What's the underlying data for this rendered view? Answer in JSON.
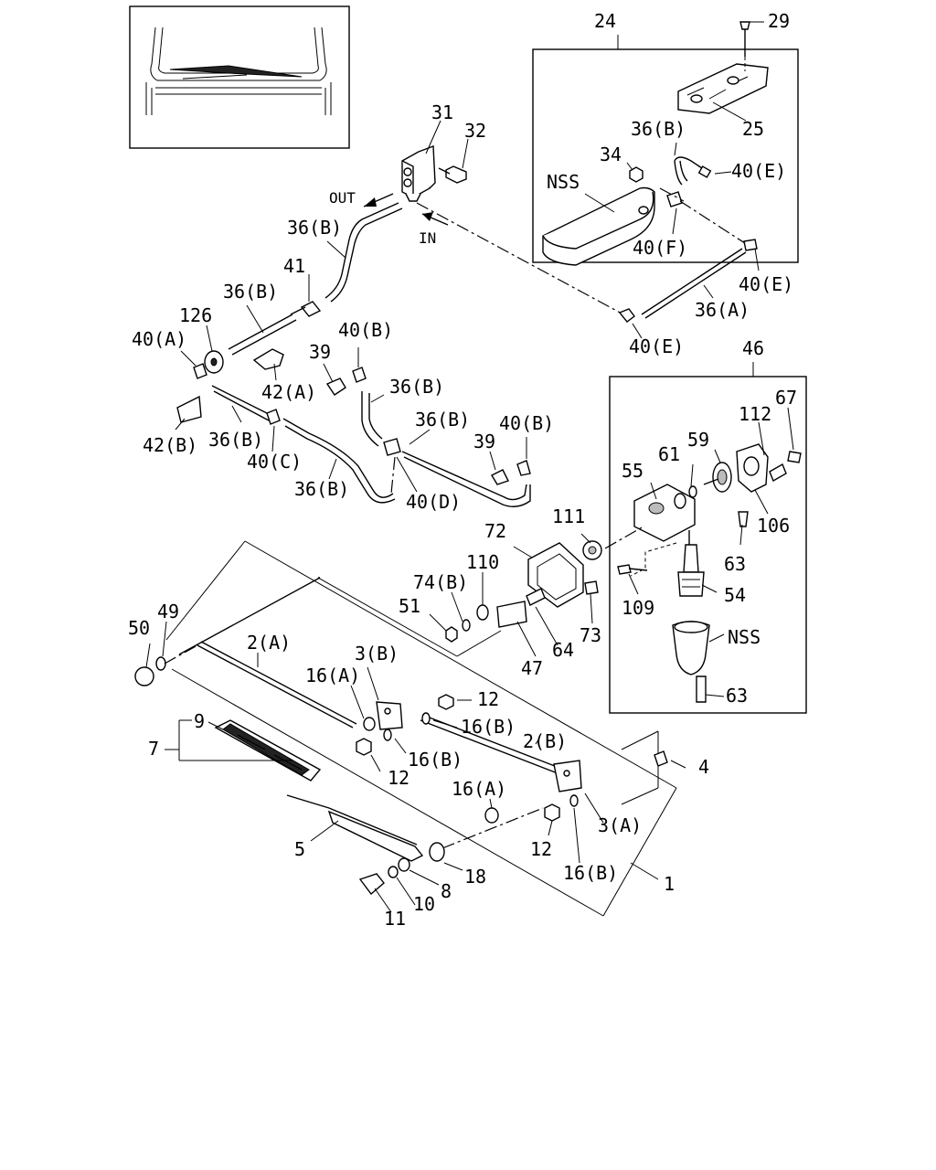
{
  "labels": {
    "p24": "24",
    "p29": "29",
    "p25": "25",
    "p36b_a": "36(B)",
    "p34": "34",
    "nss_a": "NSS",
    "p40e_a": "40(E)",
    "p40f": "40(F)",
    "p40e_b": "40(E)",
    "p36a": "36(A)",
    "p40e_c": "40(E)",
    "p31": "31",
    "p32": "32",
    "out": "OUT",
    "in": "IN",
    "p36b_b": "36(B)",
    "p41": "41",
    "p36b_c": "36(B)",
    "p126": "126",
    "p40a": "40(A)",
    "p40b_a": "40(B)",
    "p39_a": "39",
    "p42a": "42(A)",
    "p36b_d": "36(B)",
    "p36b_e": "36(B)",
    "p40b_b": "40(B)",
    "p39_b": "39",
    "p42b": "42(B)",
    "p36b_f": "36(B)",
    "p40c": "40(C)",
    "p36b_g": "36(B)",
    "p40d": "40(D)",
    "p46": "46",
    "p67": "67",
    "p112": "112",
    "p59": "59",
    "p61": "61",
    "p55": "55",
    "p106": "106",
    "p111": "111",
    "p63_a": "63",
    "p109": "109",
    "p54": "54",
    "nss_b": "NSS",
    "p63_b": "63",
    "p72": "72",
    "p110": "110",
    "p74b": "74(B)",
    "p51": "51",
    "p73": "73",
    "p64": "64",
    "p47": "47",
    "p50": "50",
    "p49": "49",
    "p2a": "2(A)",
    "p3b": "3(B)",
    "p16a_a": "16(A)",
    "p12_a": "12",
    "p16b_a": "16(B)",
    "p9": "9",
    "p7": "7",
    "p16b_b": "16(B)",
    "p12_b": "12",
    "p2b": "2(B)",
    "p4": "4",
    "p16a_b": "16(A)",
    "p3a": "3(A)",
    "p5": "5",
    "p12_c": "12",
    "p18": "18",
    "p8": "8",
    "p16b_c": "16(B)",
    "p1": "1",
    "p10": "10",
    "p11": "11"
  }
}
